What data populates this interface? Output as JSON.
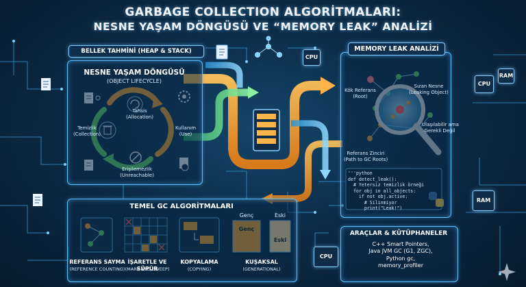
{
  "title": {
    "line1": "GARBAGE COLLECTION ALGORİTMALARI:",
    "line2": "NESNE YAŞAM DÖNGÜSÜ VE “MEMORY LEAK” ANALİZİ"
  },
  "memory_estimate": {
    "label": "BELLEK TAHMİNİ (HEAP & STACK)"
  },
  "lifecycle": {
    "title": "NESNE YAŞAM DÖNGÜSÜ",
    "subtitle": "(OBJECT LIFECYCLE)",
    "stages": {
      "allocation": "Tahsis\n(Allocation)",
      "use": "Kullanım\n(Use)",
      "unreachable": "Erişilemezlik\n(Unreachable)",
      "collection": "Temizlik\n(Collection)"
    }
  },
  "leak": {
    "title": "MEMORY LEAK ANALİZİ",
    "root": "Kök Referans\n(Root)",
    "leaking": "Sızan Nesne\n(Leaking Object)",
    "reachable": "Ulaşılabilir ama\nGerekli Değil",
    "path": "Referans Zinciri\n(Path to GC Roots)",
    "code": "'''python\ndef detect_leak():\n  # Yetersiz temizlik örneği\n  for obj in all_objects:\n    if not obj.active:\n      # Silinmiyor\n      print(\"Leak!\")"
  },
  "gc": {
    "title": "TEMEL GC ALGORİTMALARI",
    "algorithms": [
      {
        "name": "REFERANS SAYMA",
        "en": "(REFERENCE COUNTING)"
      },
      {
        "name": "İŞARETLE VE SÜPÜR",
        "en": "(MARK-AND-SWEEP)"
      },
      {
        "name": "KOPYALAMA",
        "en": "(COPYING)"
      },
      {
        "name": "KUŞAKSAL",
        "en": "(GENERATIONAL)"
      }
    ],
    "gen_young": "Genç",
    "gen_old": "Eski"
  },
  "tools": {
    "title": "ARAÇLAR & KÜTÜPHANELER",
    "items": "C++ Smart Pointers,\nJava JVM GC (G1, ZGC),\nPython gc,\nmemory_profiler"
  },
  "chips": {
    "cpu": "CPU",
    "ram": "RAM"
  },
  "colors": {
    "accent": "#5bc0ff",
    "orange": "#f0a030",
    "green": "#5fd06a",
    "background": "#0a1f33"
  }
}
